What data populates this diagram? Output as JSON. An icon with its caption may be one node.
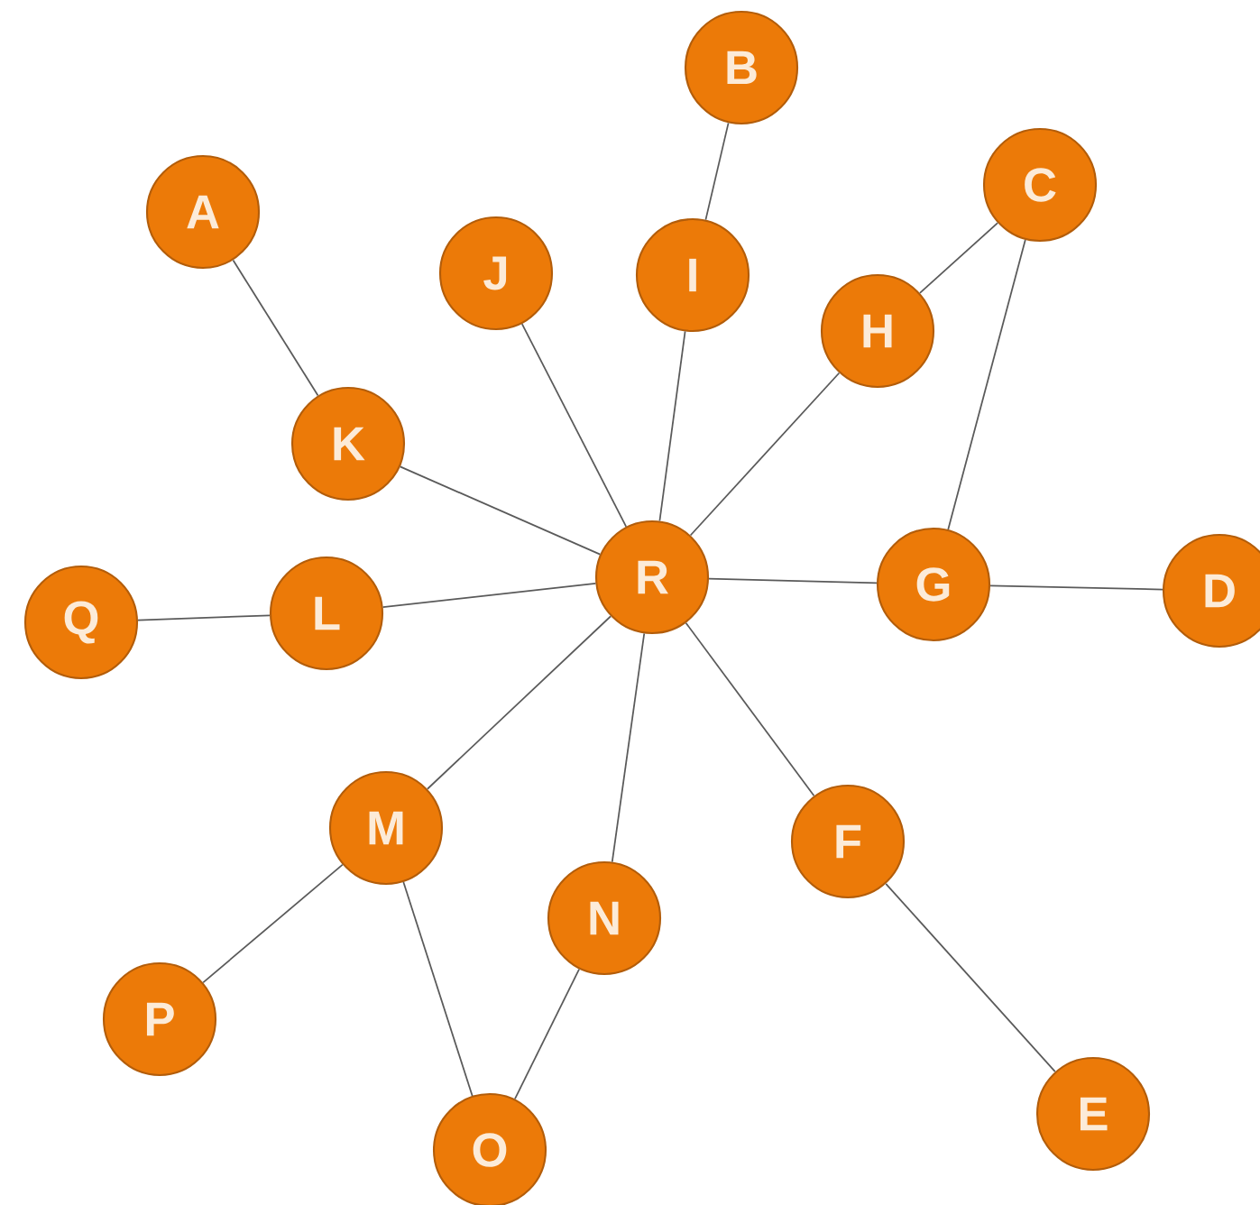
{
  "diagram": {
    "nodes": [
      {
        "text": [
          "A"
        ]
      },
      {
        "text": [
          "B"
        ]
      },
      {
        "text": [
          "C"
        ]
      },
      {
        "text": [
          "D"
        ]
      },
      {
        "text": [
          "E"
        ]
      },
      {
        "text": [
          "F"
        ]
      },
      {
        "text": [
          "G"
        ]
      },
      {
        "text": [
          "H"
        ]
      },
      {
        "text": [
          "I"
        ]
      },
      {
        "text": [
          "J"
        ]
      },
      {
        "text": [
          "K"
        ]
      },
      {
        "text": [
          "L"
        ]
      },
      {
        "text": [
          "M"
        ]
      },
      {
        "text": [
          "N"
        ]
      },
      {
        "text": [
          "O"
        ]
      },
      {
        "text": [
          "P"
        ]
      },
      {
        "text": [
          "Q"
        ]
      },
      {
        "text": [
          "R"
        ]
      }
    ],
    "edges": [
      {
        "from": 0,
        "to": 10,
        "arrow": "none"
      },
      {
        "from": 1,
        "to": 8,
        "arrow": "none"
      },
      {
        "from": 2,
        "to": 7,
        "arrow": "none"
      },
      {
        "from": 2,
        "to": 6,
        "arrow": "none"
      },
      {
        "from": 9,
        "to": 17,
        "arrow": "none"
      },
      {
        "from": 8,
        "to": 17,
        "arrow": "none"
      },
      {
        "from": 7,
        "to": 17,
        "arrow": "none"
      },
      {
        "from": 10,
        "to": 17,
        "arrow": "none"
      },
      {
        "from": 16,
        "to": 11,
        "arrow": "none"
      },
      {
        "from": 11,
        "to": 17,
        "arrow": "none"
      },
      {
        "from": 17,
        "to": 6,
        "arrow": "none"
      },
      {
        "from": 6,
        "to": 3,
        "arrow": "none"
      },
      {
        "from": 12,
        "to": 17,
        "arrow": "none"
      },
      {
        "from": 17,
        "to": 13,
        "arrow": "none"
      },
      {
        "from": 17,
        "to": 5,
        "arrow": "none"
      },
      {
        "from": 12,
        "to": 15,
        "arrow": "none"
      },
      {
        "from": 12,
        "to": 14,
        "arrow": "none"
      },
      {
        "from": 13,
        "to": 14,
        "arrow": "none"
      },
      {
        "from": 5,
        "to": 4,
        "arrow": "none"
      }
    ]
  }
}
